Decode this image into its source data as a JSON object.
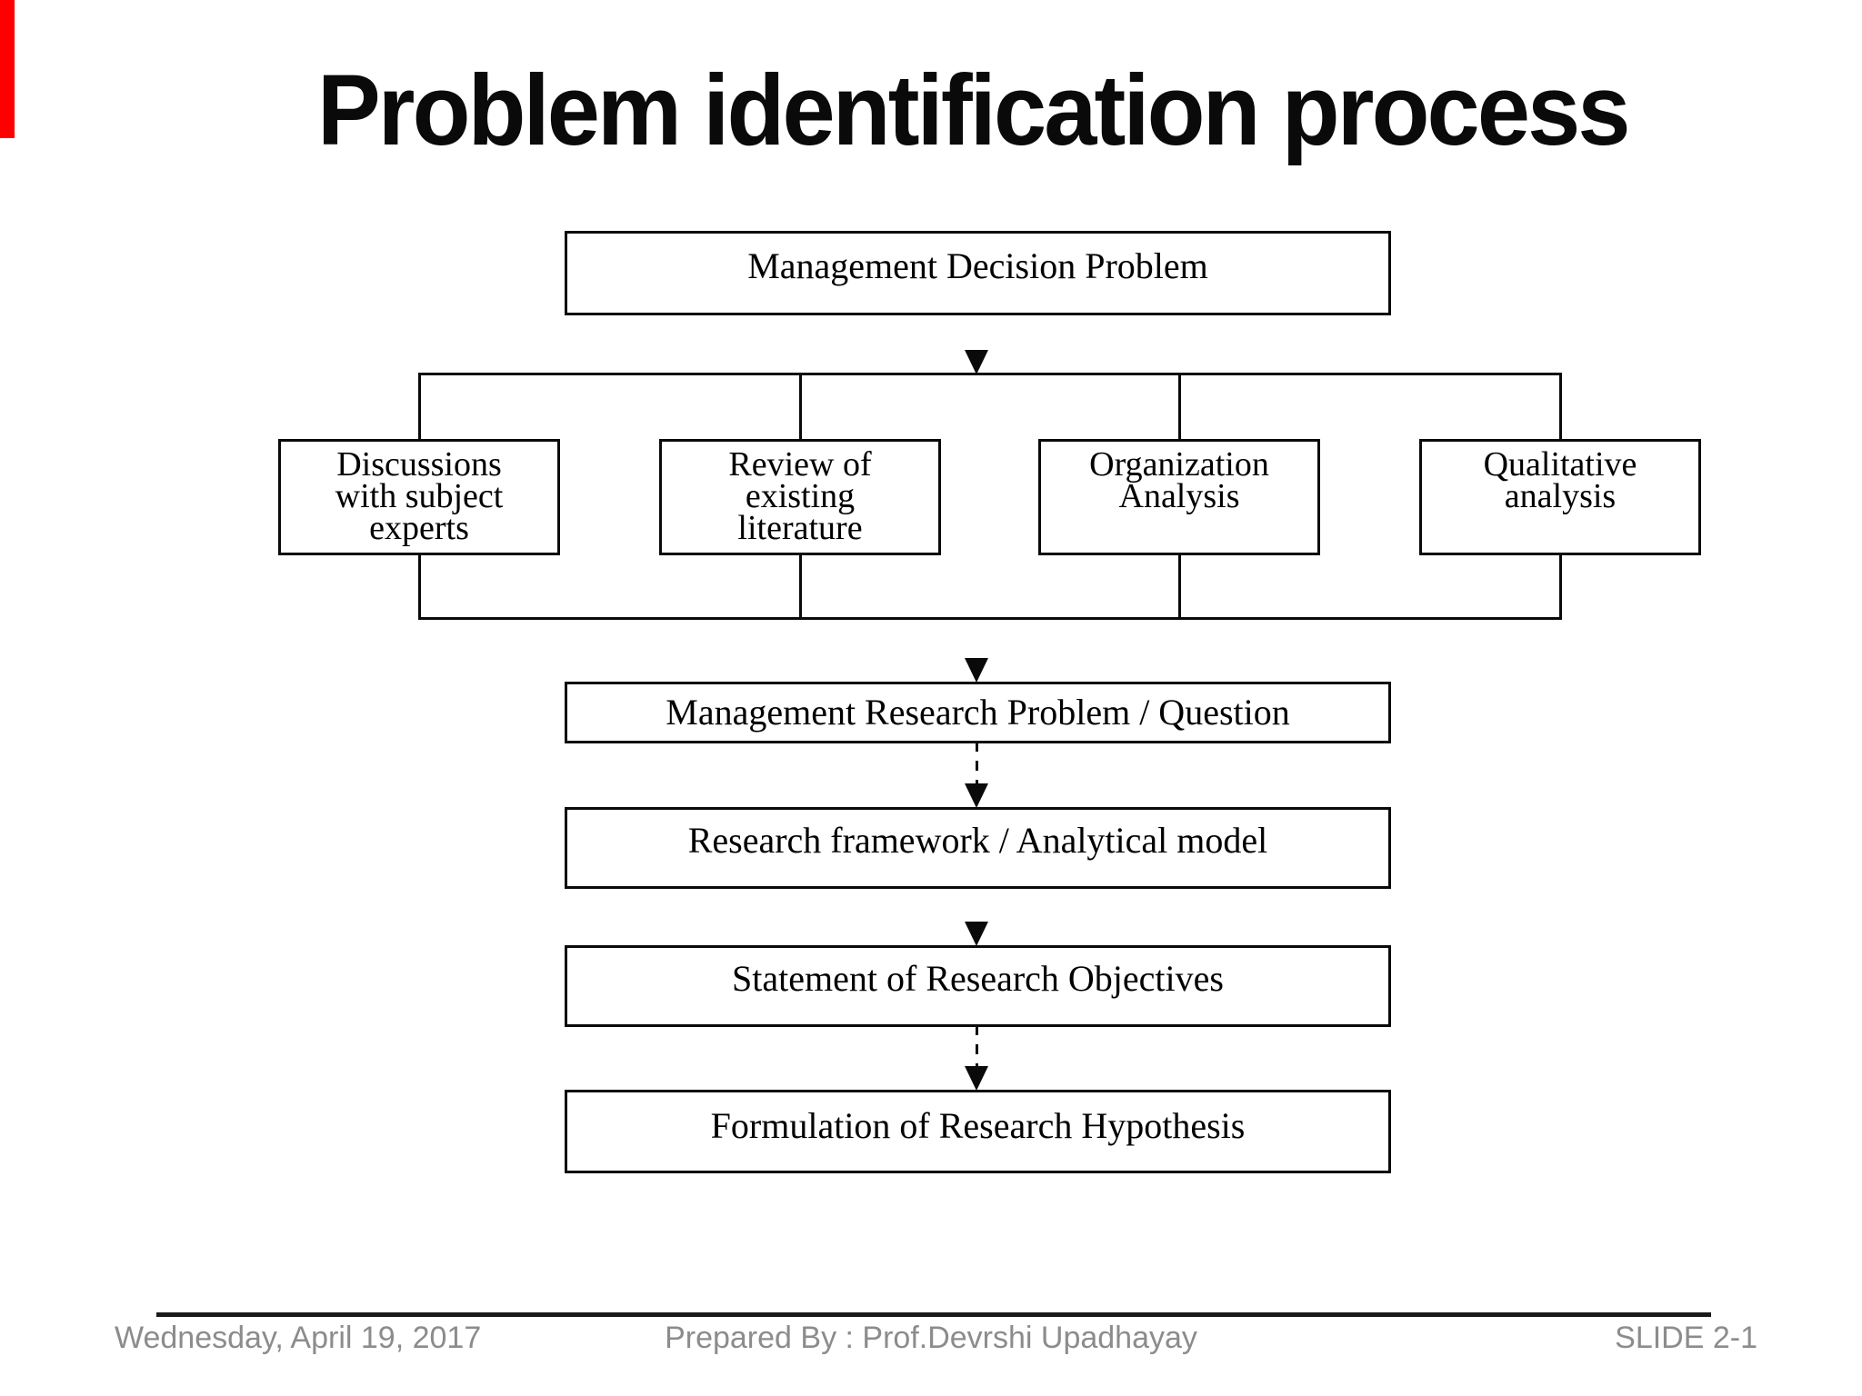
{
  "title": "Problem identification process",
  "flowchart": {
    "top_node": "Management Decision Problem",
    "branch_nodes": [
      "Discussions\nwith subject\nexperts",
      "Review of\nexisting\nliterature",
      "Organization\nAnalysis",
      "Qualitative\nanalysis"
    ],
    "sequence_nodes": [
      "Management Research Problem / Question",
      "Research framework / Analytical model",
      "Statement of Research Objectives",
      "Formulation of Research Hypothesis"
    ]
  },
  "footer": {
    "date": "Wednesday, April 19, 2017",
    "prepared_by": "Prepared By : Prof.Devrshi Upadhayay",
    "slide_number": "SLIDE 2-1"
  },
  "colors": {
    "accent_bar": "#fe0000",
    "line": "#0a0a0a",
    "footer_text": "#8c8c8c"
  }
}
